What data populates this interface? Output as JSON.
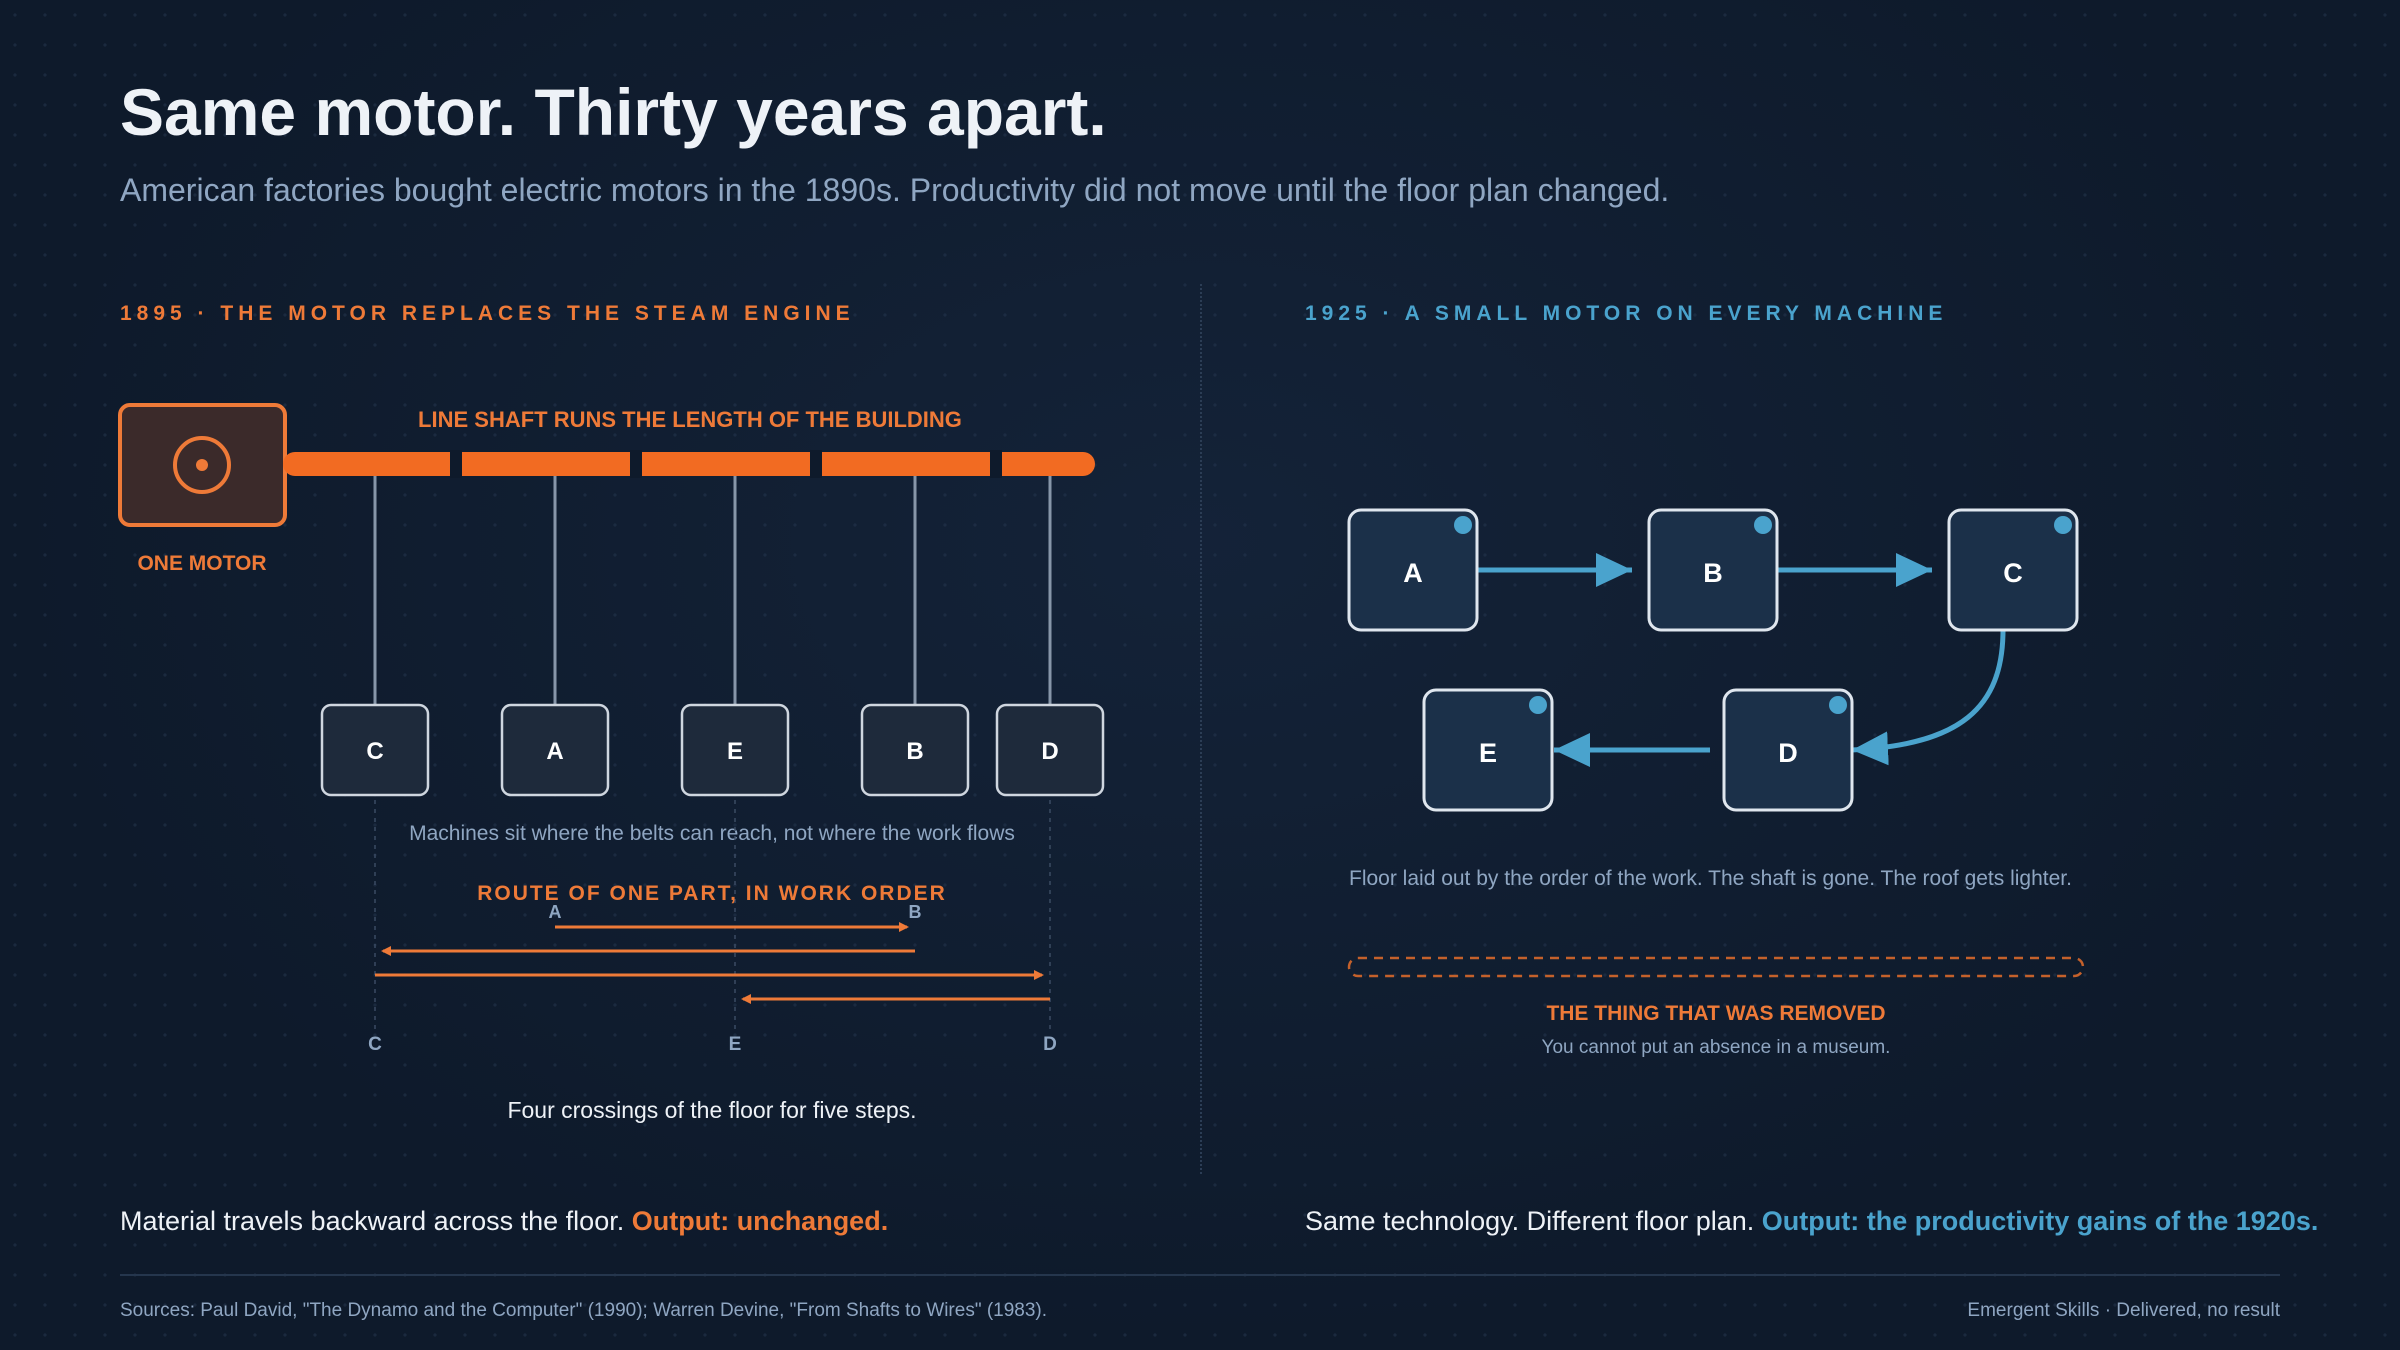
{
  "header": {
    "title": "Same motor. Thirty years apart.",
    "subtitle": "American factories bought electric motors in the 1890s. Productivity did not move until the floor plan changed."
  },
  "left": {
    "eyebrow": "1895 · THE MOTOR REPLACES THE STEAM ENGINE",
    "shaft_label": "LINE SHAFT RUNS THE LENGTH OF THE BUILDING",
    "motor_label": "ONE MOTOR",
    "machines": [
      "C",
      "A",
      "E",
      "B",
      "D"
    ],
    "machines_caption": "Machines sit where the belts can reach, not where the work flows",
    "route_title": "ROUTE OF ONE PART, IN WORK ORDER",
    "route_top_labels": [
      "A",
      "B"
    ],
    "route_bottom_labels": [
      "C",
      "E",
      "D"
    ],
    "route_caption": "Four crossings of the floor for five steps.",
    "bottom_text": "Material travels backward across the floor.",
    "bottom_emph": "Output: unchanged."
  },
  "right": {
    "eyebrow": "1925 · A SMALL MOTOR ON EVERY MACHINE",
    "machines": [
      "A",
      "B",
      "C",
      "D",
      "E"
    ],
    "caption": "Floor laid out by the order of the work. The shaft is gone. The roof gets lighter.",
    "removed_title": "THE THING THAT WAS REMOVED",
    "removed_caption": "You cannot put an absence in a museum.",
    "bottom_text": "Same technology. Different floor plan.",
    "bottom_emph": "Output: the productivity gains of the 1920s."
  },
  "footer": {
    "sources": "Sources: Paul David, \"The Dynamo and the Computer\" (1990); Warren Devine, \"From Shafts to Wires\" (1983).",
    "credit": "Emergent Skills · Delivered, no result"
  },
  "colors": {
    "background": "#0e1a2b",
    "accent_orange": "#ee7a38",
    "accent_blue": "#4aa3cd",
    "text_muted": "#8fa6c2"
  }
}
